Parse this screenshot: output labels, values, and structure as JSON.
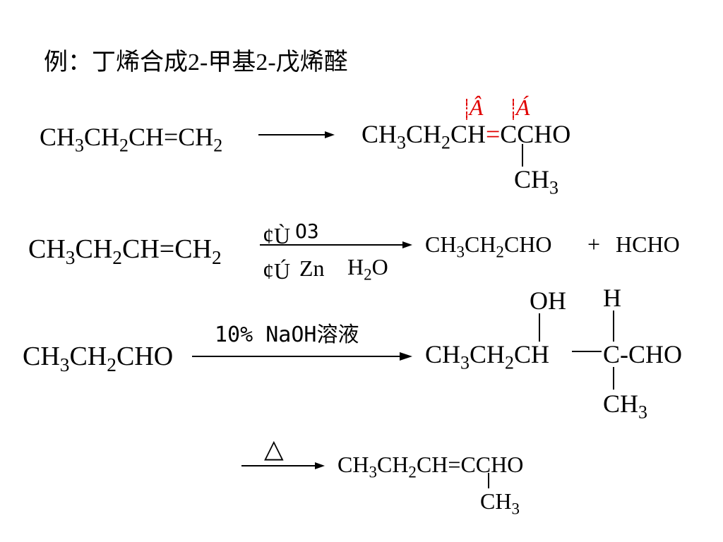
{
  "title": "例：丁烯合成2-甲基2-戊烯醛",
  "colors": {
    "text": "#000000",
    "highlight": "#e00000"
  },
  "row1": {
    "reactant_parts": [
      "CH",
      "3",
      "CH",
      "2",
      "CH=CH",
      "2"
    ],
    "product_a": [
      "CH",
      "3",
      "CH",
      "2",
      "CH"
    ],
    "product_eq": "=",
    "product_b": "CCHO",
    "branch": [
      "CH",
      "3"
    ],
    "mark1": "¦Â",
    "mark2": "¦Á"
  },
  "row2": {
    "reactant_parts": [
      "CH",
      "3",
      "CH",
      "2",
      "CH=CH",
      "2"
    ],
    "cond1_symbol": "¢Ù",
    "cond1_reagent": "O3",
    "cond2_symbol": "¢Ú",
    "cond2_reagent": "Zn",
    "cond2_water": [
      "H",
      "2",
      "O"
    ],
    "product_parts": [
      "CH",
      "3",
      "CH",
      "2",
      "CHO"
    ],
    "plus": "+",
    "product2": "HCHO"
  },
  "row3": {
    "reactant_parts": [
      "CH",
      "3",
      "CH",
      "2",
      "CHO"
    ],
    "condition": "10% NaOH溶液",
    "product_parts": [
      "CH",
      "3",
      "CH",
      "2",
      "CH"
    ],
    "product_right": "C-CHO",
    "oh": "OH",
    "h": "H",
    "branch": [
      "CH",
      "3"
    ]
  },
  "row4": {
    "condition": "△",
    "product_parts": [
      "CH",
      "3",
      "CH",
      "2",
      "CH=CCHO"
    ],
    "branch": [
      "CH",
      "3"
    ]
  }
}
